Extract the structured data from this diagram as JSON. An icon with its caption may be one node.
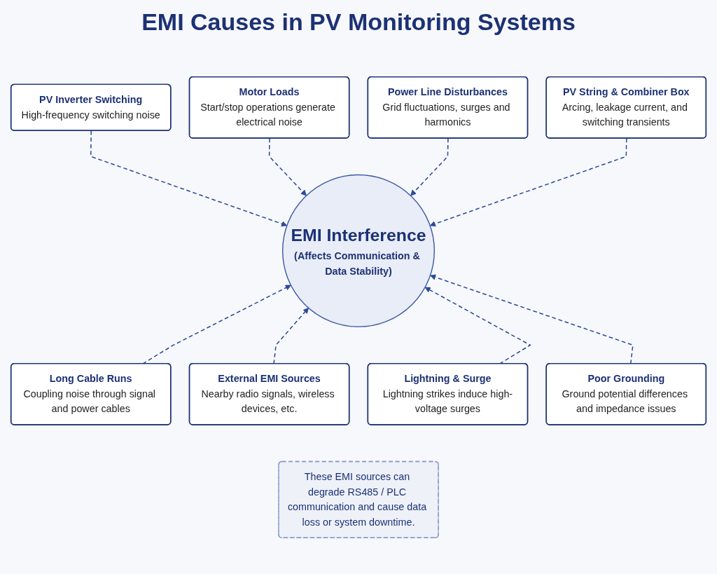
{
  "diagram": {
    "title": "EMI Causes in PV Monitoring Systems",
    "nodes": [
      {
        "text": [
          "PV Inverter Switching",
          "High-frequency switching noise"
        ]
      },
      {
        "text": [
          "Motor Loads",
          "Start/stop operations generate electrical noise"
        ]
      },
      {
        "text": [
          "Power Line Disturbances",
          "Grid fluctuations, surges and harmonics"
        ]
      },
      {
        "text": [
          "PV String & Combiner Box",
          "Arcing, leakage current, and switching transients"
        ]
      },
      {
        "text": [
          "EMI Interference",
          "(Affects Communication & Data Stability)"
        ]
      },
      {
        "text": [
          "Poor Grounding",
          "Ground potential differences and impedance issues"
        ]
      },
      {
        "text": [
          "Long Cable Runs",
          "Coupling noise through signal and power cables"
        ]
      },
      {
        "text": [
          "External EMI Sources",
          "Nearby radio signals, wireless devices, etc."
        ]
      },
      {
        "text": [
          "Lightning & Surge",
          "Lightning strikes induce high-voltage surges"
        ]
      },
      {
        "text": [
          "These EMI sources can degrade RS485 / PLC communication and cause data loss or system downtime."
        ]
      }
    ],
    "edges": [
      {
        "from": 0,
        "to": 4,
        "arrow": "to",
        "style": "dashed"
      },
      {
        "from": 1,
        "to": 4,
        "arrow": "to",
        "style": "dashed"
      },
      {
        "from": 2,
        "to": 4,
        "arrow": "to",
        "style": "dashed"
      },
      {
        "from": 3,
        "to": 4,
        "arrow": "to",
        "style": "dashed"
      },
      {
        "from": 5,
        "to": 4,
        "arrow": "to",
        "style": "dashed"
      },
      {
        "from": 6,
        "to": 4,
        "arrow": "to",
        "style": "dashed"
      },
      {
        "from": 7,
        "to": 4,
        "arrow": "to",
        "style": "dashed"
      },
      {
        "from": 8,
        "to": 4,
        "arrow": "to",
        "style": "dashed"
      }
    ]
  }
}
